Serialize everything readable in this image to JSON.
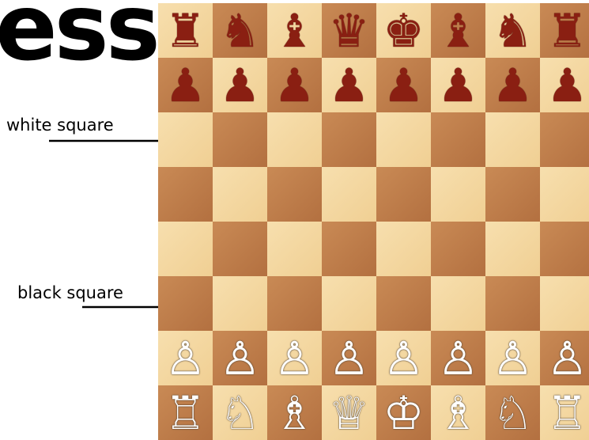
{
  "title": "ess",
  "labels": {
    "white_square": "white square",
    "black_square": "black square"
  },
  "colors": {
    "light_square": "#f3d59f",
    "dark_square": "#be7c49",
    "black_pieces": "#8a1f12",
    "white_pieces": "#ffffff"
  },
  "board": {
    "rows": [
      [
        "♜",
        "♞",
        "♝",
        "♛",
        "♚",
        "♝",
        "♞",
        "♜"
      ],
      [
        "♟",
        "♟",
        "♟",
        "♟",
        "♟",
        "♟",
        "♟",
        "♟"
      ],
      [
        "",
        "",
        "",
        "",
        "",
        "",
        "",
        ""
      ],
      [
        "",
        "",
        "",
        "",
        "",
        "",
        "",
        ""
      ],
      [
        "",
        "",
        "",
        "",
        "",
        "",
        "",
        ""
      ],
      [
        "",
        "",
        "",
        "",
        "",
        "",
        "",
        ""
      ],
      [
        "♙",
        "♙",
        "♙",
        "♙",
        "♙",
        "♙",
        "♙",
        "♙"
      ],
      [
        "♖",
        "♘",
        "♗",
        "♕",
        "♔",
        "♗",
        "♘",
        "♖"
      ]
    ],
    "piece_names": {
      "♜": "black-rook",
      "♞": "black-knight",
      "♝": "black-bishop",
      "♛": "black-queen",
      "♚": "black-king",
      "♟": "black-pawn",
      "♖": "white-rook",
      "♘": "white-knight",
      "♗": "white-bishop",
      "♕": "white-queen",
      "♔": "white-king",
      "♙": "white-pawn"
    },
    "first_square": "light"
  }
}
